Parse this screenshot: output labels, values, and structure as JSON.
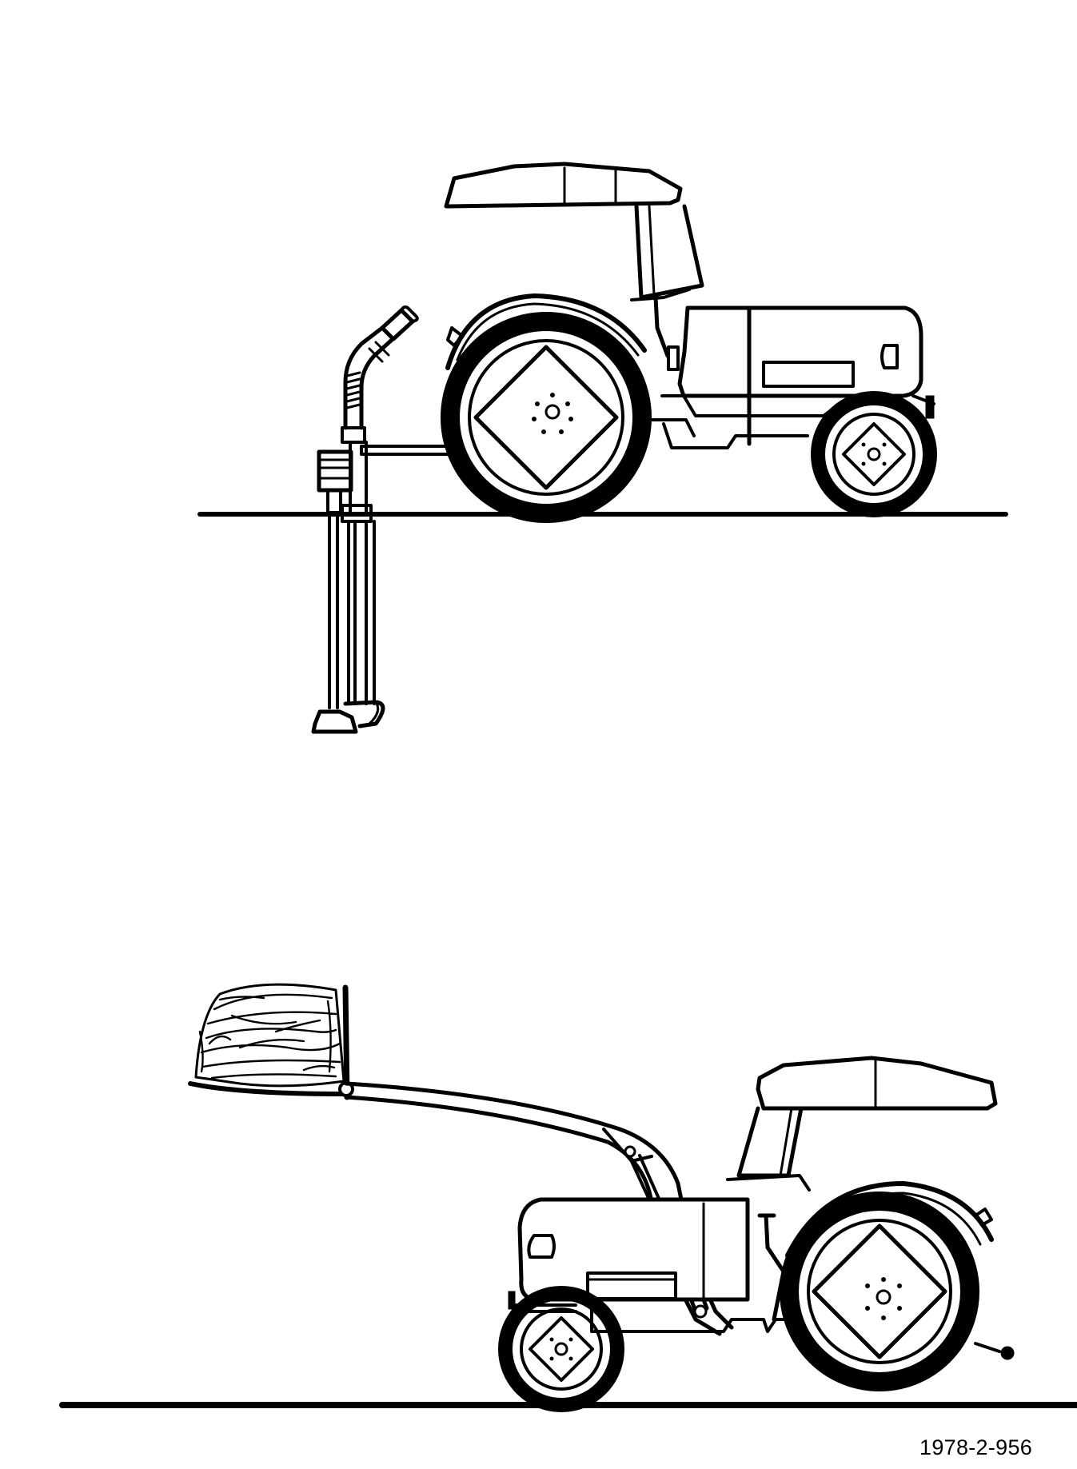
{
  "document_id": "1978-2-956",
  "colors": {
    "ink": "#000000",
    "paper": "#ffffff"
  },
  "figures": [
    {
      "id": "top",
      "subject": "tractor-with-rear-auger"
    },
    {
      "id": "bottom",
      "subject": "tractor-with-front-loader-and-hay"
    }
  ]
}
